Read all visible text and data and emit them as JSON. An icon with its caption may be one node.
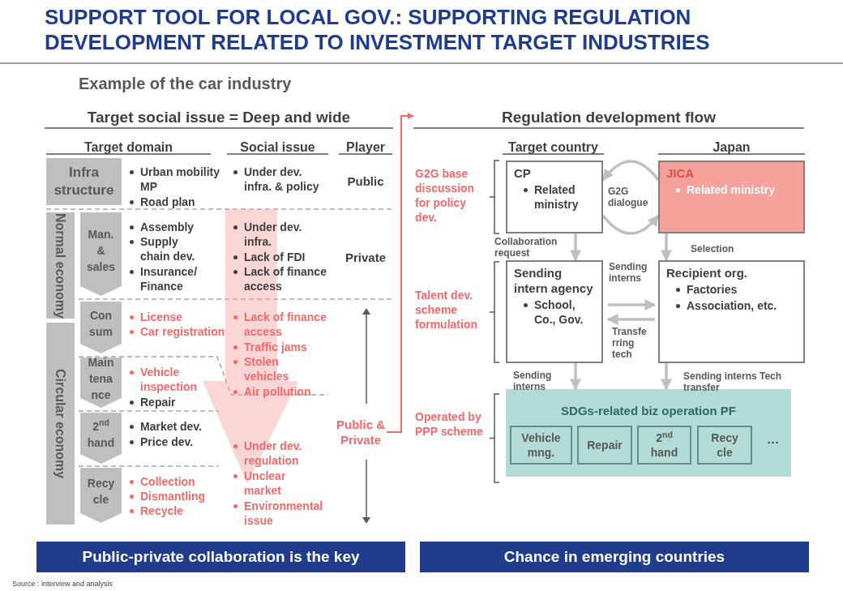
{
  "diagram": {
    "title": "SUPPORT TOOL FOR LOCAL GOV.: SUPPORTING REGULATION DEVELOPMENT RELATED TO INVESTMENT TARGET INDUSTRIES",
    "caption": "Source : interview and analysis",
    "nodes": [
      {
        "text": [
          "Infra structure"
        ]
      },
      {
        "text": [
          "Normal economy"
        ]
      },
      {
        "text": [
          "Man. & sales"
        ]
      },
      {
        "text": [
          "Circular economy"
        ]
      },
      {
        "text": [
          "Con sum"
        ]
      },
      {
        "text": [
          "Main tena nce"
        ]
      },
      {
        "text": [
          "2$^{nd}$ hand"
        ]
      },
      {
        "text": [
          "Recy cle"
        ]
      },
      {
        "text": [
          "Public & Private"
        ]
      },
      {
        "text": [
          "CP",
          "Related ministry"
        ]
      },
      {
        "text": [
          "JICA",
          "Related ministry"
        ]
      },
      {
        "text": [
          "Sending intern agency",
          "School, Co., Gov."
        ]
      },
      {
        "text": [
          "Recipient org.",
          "Factories",
          "Association, etc."
        ]
      },
      {
        "text": [
          "SDGs-related biz operation PF"
        ]
      },
      {
        "text": [
          "Vehicle mng."
        ],
        "in": 13
      },
      {
        "text": [
          "Repair"
        ],
        "in": 13
      },
      {
        "text": [
          "2$^{nd}$ hand"
        ],
        "in": 13
      },
      {
        "text": [
          "Recy cle"
        ],
        "in": 13
      },
      {
        "text": [
          "Public-private collaboration is the key"
        ]
      },
      {
        "text": [
          "Chance in emerging countries"
        ]
      }
    ],
    "edges": [
      {
        "from": 10,
        "to": 9,
        "arrow": "to",
        "label": "G2G dialogue"
      },
      {
        "from": 9,
        "to": 10,
        "arrow": "to"
      },
      {
        "from": 9,
        "to": 11,
        "arrow": "to",
        "label": "Collaboration request"
      },
      {
        "from": 10,
        "to": 12,
        "arrow": "to",
        "label": "Selection"
      },
      {
        "from": 11,
        "to": 12,
        "arrow": "to",
        "label": "Sending interns"
      },
      {
        "from": 12,
        "to": 11,
        "arrow": "to",
        "label": "Transfe rring tech"
      },
      {
        "from": 11,
        "to": 13,
        "arrow": "to",
        "label": "Sending interns"
      },
      {
        "from": 12,
        "to": 13,
        "arrow": "to",
        "label": "Sending interns Tech transfer"
      },
      {
        "from": 8,
        "to": null,
        "arrow": "to",
        "color": "#f26b6b"
      }
    ],
    "labels": [
      "Example of the car industry",
      "Target social issue = Deep and wide",
      "Regulation development flow",
      "Target domain",
      "Social issue",
      "Player",
      "Urban mobility MP",
      "Road plan",
      "Under dev. infra. & policy",
      "Public",
      "Assembly",
      "Supply chain dev.",
      "Insurance/ Finance",
      "Under dev. infra.",
      "Lack of FDI",
      "Lack of finance access",
      "Private",
      "License",
      "Car registration",
      "Lack of finance access",
      "Traffic jams",
      "Stolen vehicles",
      "Air pollution",
      "Vehicle inspection",
      "Repair",
      "Market dev.",
      "Price dev.",
      "Under dev. regulation",
      "Unclear market",
      "Environmental issue",
      "Collection",
      "Dismantling",
      "Recycle",
      "Target country",
      "Japan",
      "G2G base discussion for policy dev.",
      "Talent dev. scheme formulation",
      "Operated by PPP scheme",
      "···"
    ]
  }
}
